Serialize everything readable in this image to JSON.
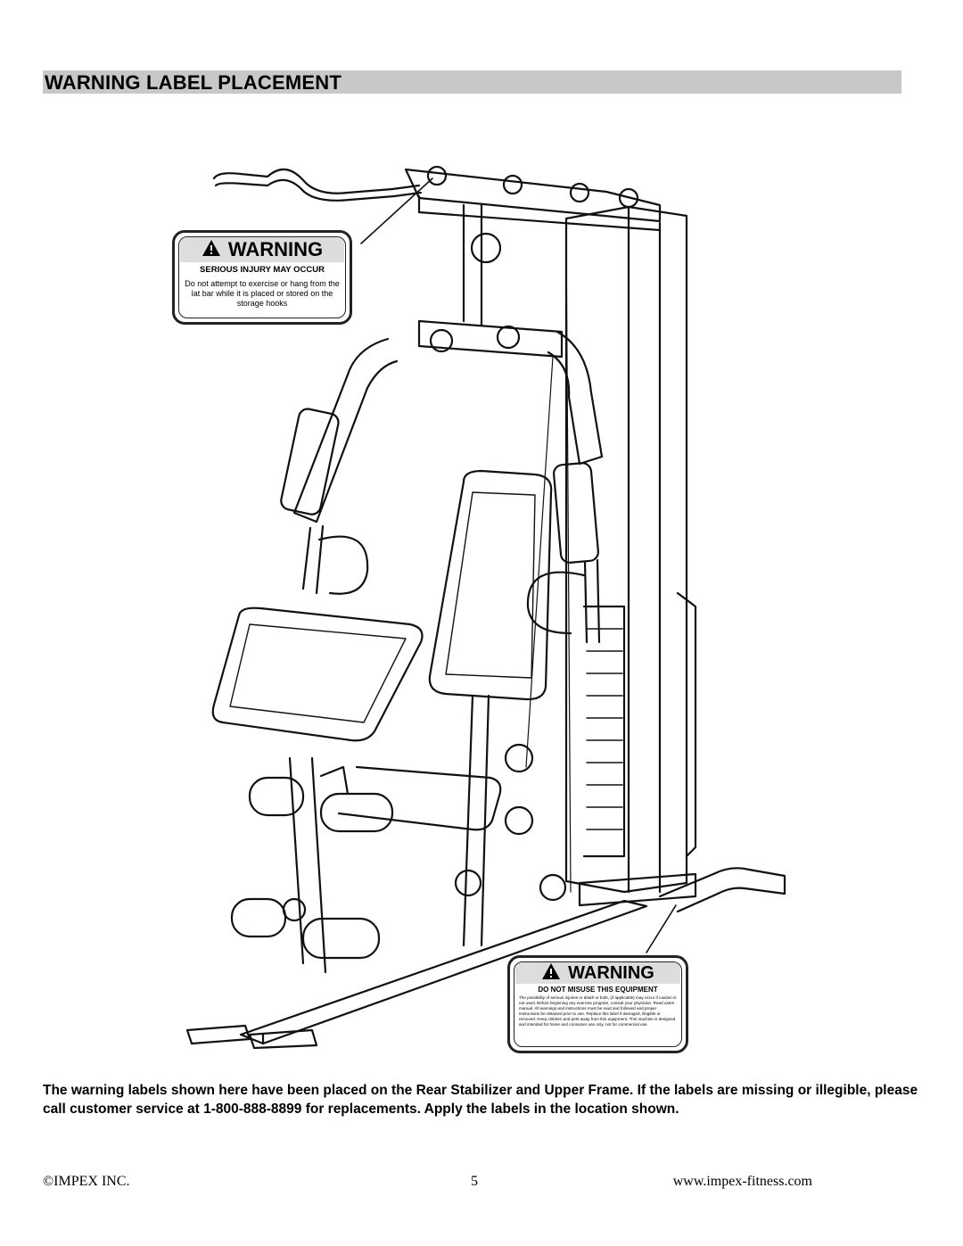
{
  "header": {
    "title": "WARNING LABEL PLACEMENT"
  },
  "label_top": {
    "heading": "WARNING",
    "subheading": "SERIOUS INJURY MAY OCCUR",
    "body": "Do not attempt to exercise or hang from the lat bar while it is placed or stored on the storage hooks"
  },
  "label_bottom": {
    "heading": "WARNING",
    "subheading": "DO NOT MISUSE THIS EQUIPMENT",
    "body": "The possibility of serious injuries or death or both, (if applicable) may occur if caution is not used. Before beginning any exercise program, consult your physician. Read users manual. All warnings and instructions must be read and followed and proper instructions be obtained prior to use. Replace this label if damaged, illegible or removed. Keep children and pets away from this equipment. This machine is designed and intended for home and consumer use only, not for commercial use."
  },
  "body_text": "The warning labels shown here have been placed on the Rear Stabilizer and Upper Frame.  If the labels are missing or illegible, please call customer service at 1-800-888-8899 for replacements.  Apply the labels in the location shown.",
  "footer": {
    "left": "©IMPEX INC.",
    "page_number": "5",
    "right": "www.impex-fitness.com"
  },
  "icons": [
    "alert-triangle-icon"
  ]
}
